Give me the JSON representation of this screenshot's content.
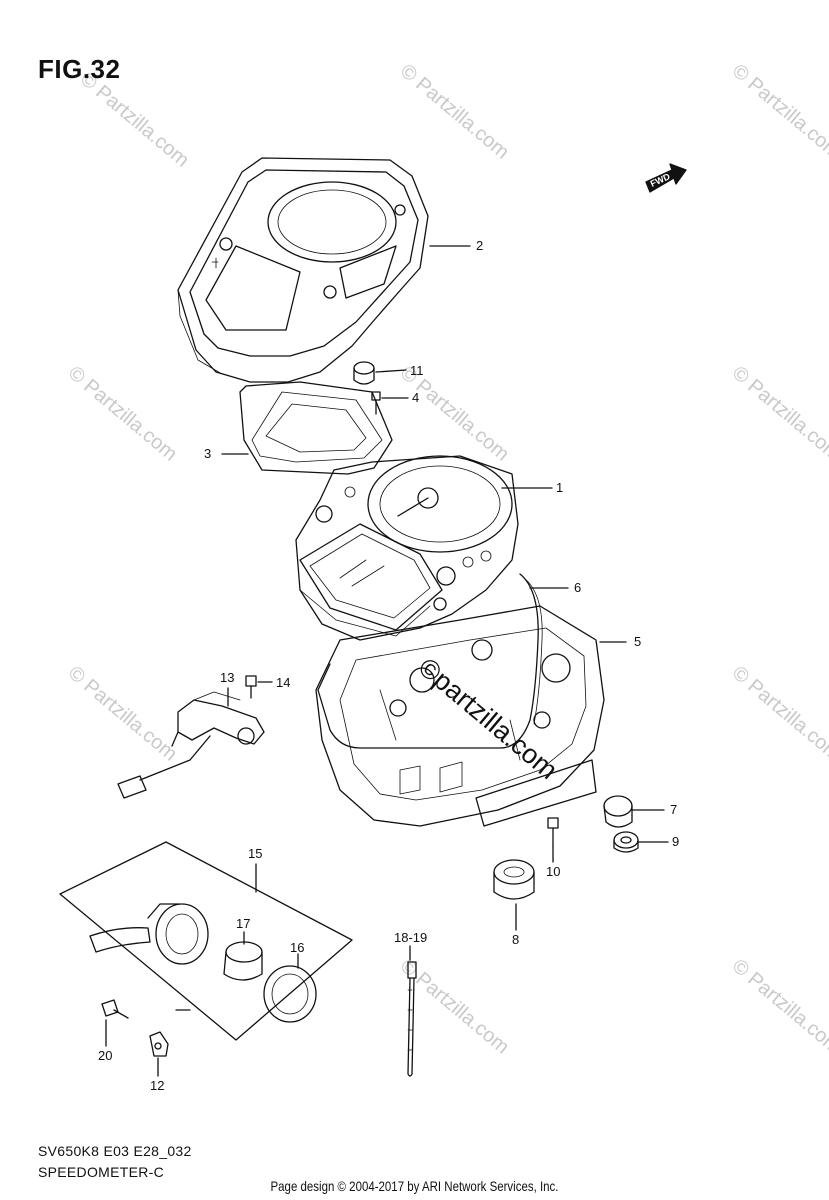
{
  "figure": {
    "title": "FIG.32",
    "fwd_label": "FWD",
    "model_code": "SV650K8 E03 E28_032",
    "section_name": "SPEEDOMETER-C"
  },
  "callouts": [
    "1",
    "2",
    "3",
    "4",
    "5",
    "6",
    "7",
    "8",
    "9",
    "10",
    "11",
    "12",
    "13",
    "14",
    "15",
    "16",
    "17",
    "18-19",
    "20"
  ],
  "watermark": {
    "text": "© Partzilla.com",
    "center_text": "©partzilla.com"
  },
  "footer": {
    "text": "Page design © 2004-2017 by ARI Network Services, Inc."
  }
}
